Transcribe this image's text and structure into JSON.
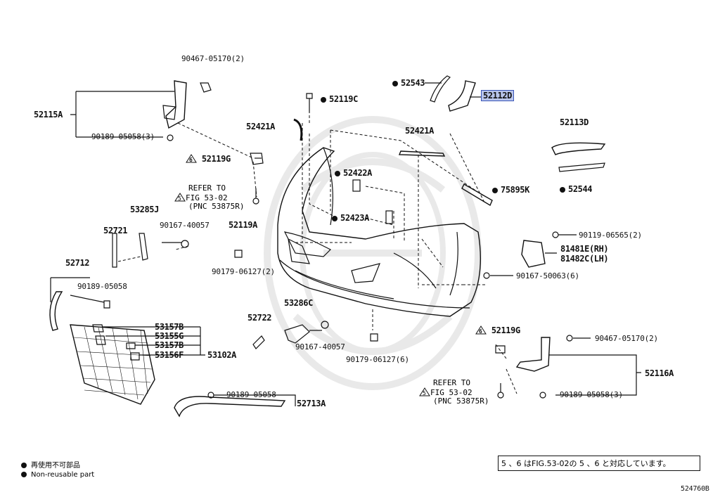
{
  "parts": {
    "p90467_l": "90467-05170(2)",
    "p52115a": "52115A",
    "p90189_3l": "90189-05058(3)",
    "p52119g_l": "52119G",
    "p52119g_l_num": "6",
    "ref_l_1": "REFER TO",
    "ref_l_2": "FIG 53-02",
    "ref_l_3": "(PNC 53875R)",
    "ref_l_num": "5",
    "p53285j": "53285J",
    "p52721": "52721",
    "p90167_40057a": "90167-40057",
    "p52712": "52712",
    "p90189_single": "90189-05058",
    "p52119c": "52119C",
    "p52421a_l": "52421A",
    "p52422a": "52422A",
    "p52423a": "52423A",
    "p52119a": "52119A",
    "p90179_2": "90179-06127(2)",
    "p52543": "52543",
    "p52112d": "52112D",
    "p52421a_r": "52421A",
    "p52113d": "52113D",
    "p52544": "52544",
    "p75895k": "75895K",
    "p90119": "90119-06565(2)",
    "p81481e": "81481E(RH)",
    "p81482c": "81482C(LH)",
    "p90167_50063": "90167-50063(6)",
    "p53157b_1": "53157B",
    "p53155g": "53155G",
    "p53157b_2": "53157B",
    "p53156f": "53156F",
    "p53102a": "53102A",
    "p52722": "52722",
    "p53286c": "53286C",
    "p90167_40057b": "90167-40057",
    "p90179_6": "90179-06127(6)",
    "p90189_52713": "90189-05058",
    "p52713a": "52713A",
    "p52119g_r": "52119G",
    "p52119g_r_num": "6",
    "p90467_r": "90467-05170(2)",
    "p52116a": "52116A",
    "p90189_3r": "90189-05058(3)",
    "ref_r_1": "REFER TO",
    "ref_r_2": "FIG 53-02",
    "ref_r_3": "(PNC 53875R)",
    "ref_r_num": "5"
  },
  "legend": {
    "jp": "再使用不可部品",
    "en": "Non-reusable part"
  },
  "note": "5 、6 はFIG.53-02の 5 、6 と対応しています。",
  "diagram_id": "524760B",
  "colors": {
    "line": "#111111",
    "highlight_fill": "#b8c4ea",
    "highlight_border": "#3b56b8"
  }
}
